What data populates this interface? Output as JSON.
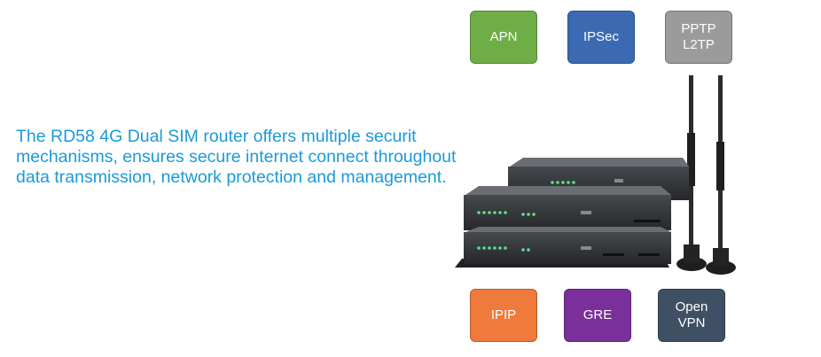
{
  "description": {
    "text": "The RD58 4G Dual SIM router offers multiple securit mechanisms, ensures secure internet connect throughout data transmission, network protection and management",
    "period": "."
  },
  "protocols_top": [
    {
      "label": "APN",
      "color": "#6fae46"
    },
    {
      "label": "IPSec",
      "color": "#3b6ab3"
    },
    {
      "label": "PPTP\nL2TP",
      "color": "#9b9b9b"
    }
  ],
  "protocols_bottom": [
    {
      "label": "IPIP",
      "color": "#ef7a3c"
    },
    {
      "label": "GRE",
      "color": "#7a2f9b"
    },
    {
      "label": "Open\nVPN",
      "color": "#3f5064"
    }
  ]
}
